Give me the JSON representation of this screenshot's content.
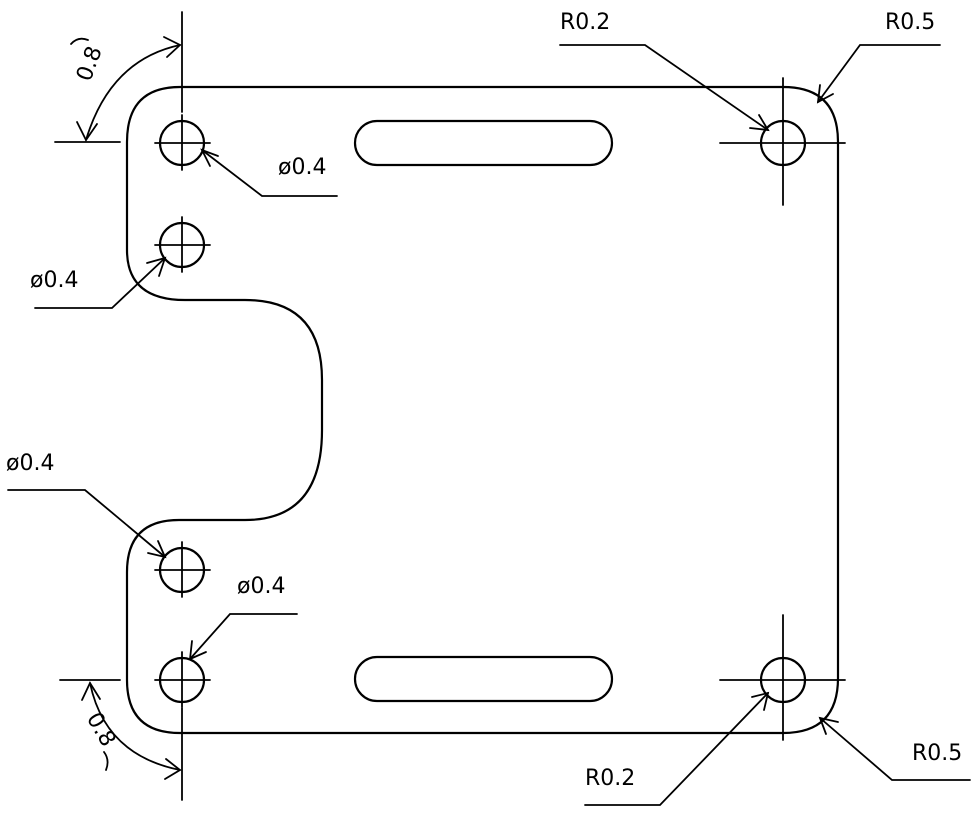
{
  "labels": {
    "angle_top_left": "0.8",
    "angle_bottom_left": "0.8",
    "hole_top_left": "ø0.4",
    "hole_upper_left": "ø0.4",
    "hole_lower_left": "ø0.4",
    "hole_bottom_left": "ø0.4",
    "radius_hole_top_right": "R0.2",
    "radius_corner_top_right": "R0.5",
    "radius_hole_bottom_right": "R0.2",
    "radius_corner_bottom_right": "R0.5"
  },
  "colors": {
    "line": "#000000",
    "background": "#ffffff"
  }
}
